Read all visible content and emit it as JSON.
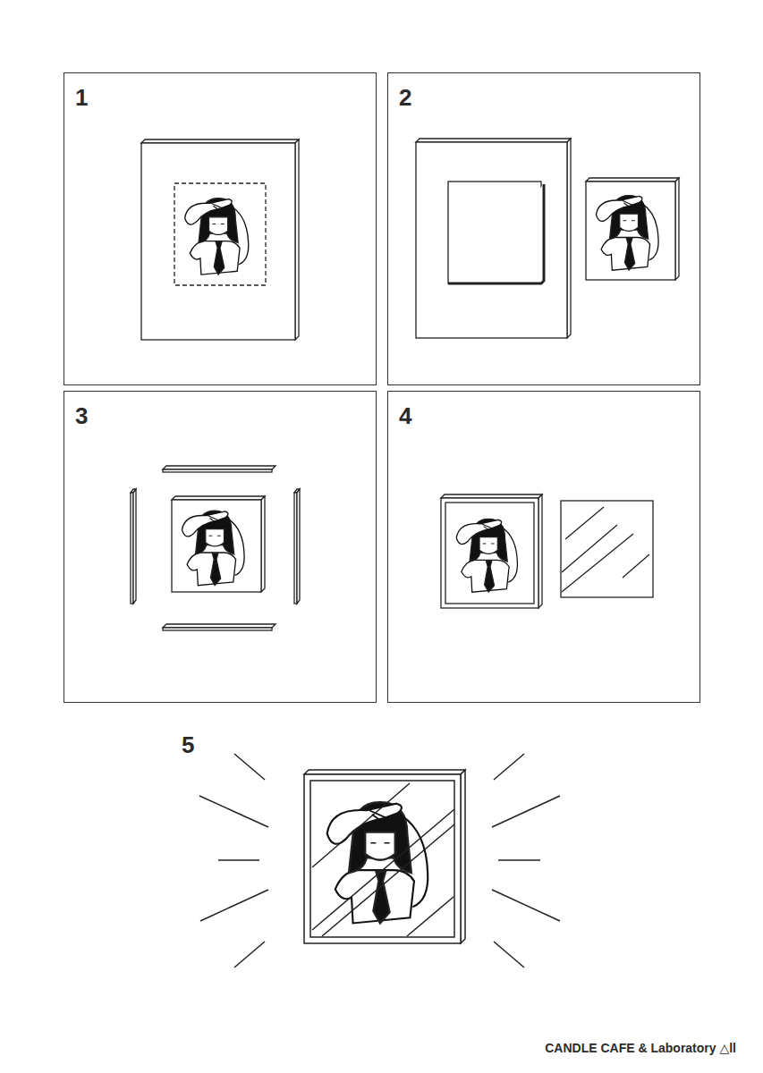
{
  "diagram": {
    "nodes": [
      {
        "text": [
          "1"
        ]
      },
      {
        "text": [
          "2"
        ]
      },
      {
        "text": [
          "3"
        ]
      },
      {
        "text": [
          "4"
        ]
      }
    ],
    "labels": [
      "5",
      "CANDLE CAFE & Laboratory △ll"
    ]
  }
}
